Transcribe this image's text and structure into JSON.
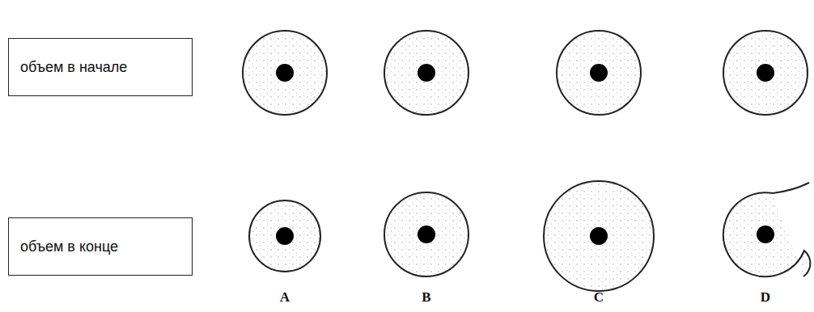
{
  "diagram": {
    "nodes": [
      {
        "text": [
          "объем в начале"
        ]
      },
      {
        "text": [
          "объем в конце"
        ]
      }
    ],
    "labels": [
      "A",
      "B",
      "C",
      "D"
    ]
  }
}
